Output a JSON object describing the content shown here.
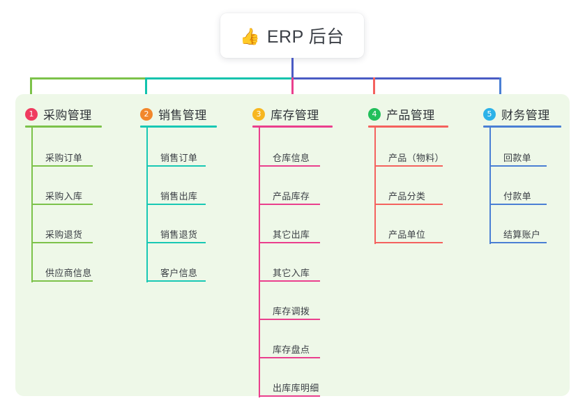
{
  "root": {
    "icon": "thumbs-up-icon",
    "icon_glyph": "👍",
    "title": "ERP 后台"
  },
  "panel": {
    "background_color": "#eef8e8"
  },
  "connector_colors": {
    "trunk": "#4a5bc4",
    "bar_left": "#7cc24a",
    "bar_mid": "#12c3ad",
    "bar_right": "#4a5bc4",
    "drop_1": "#7cc24a",
    "drop_2": "#12c3ad",
    "drop_3": "#ea3f8d",
    "drop_4": "#f4625e",
    "drop_5": "#4a7fd4"
  },
  "columns": [
    {
      "number": "1",
      "title": "采购管理",
      "badge_color": "#ef3b5f",
      "line_color": "#7cc24a",
      "items": [
        "采购订单",
        "采购入库",
        "采购退货",
        "供应商信息"
      ]
    },
    {
      "number": "2",
      "title": "销售管理",
      "badge_color": "#f2872c",
      "line_color": "#18c8b4",
      "items": [
        "销售订单",
        "销售出库",
        "销售退货",
        "客户信息"
      ]
    },
    {
      "number": "3",
      "title": "库存管理",
      "badge_color": "#f7b620",
      "line_color": "#ea3f8d",
      "items": [
        "仓库信息",
        "产品库存",
        "其它出库",
        "其它入库",
        "库存调拨",
        "库存盘点",
        "出库库明细"
      ]
    },
    {
      "number": "4",
      "title": "产品管理",
      "badge_color": "#22bf5b",
      "line_color": "#f4625e",
      "items": [
        "产品（物料）",
        "产品分类",
        "产品单位"
      ]
    },
    {
      "number": "5",
      "title": "财务管理",
      "badge_color": "#2cb2e8",
      "line_color": "#4a7fd4",
      "items": [
        "回款单",
        "付款单",
        "结算账户"
      ]
    }
  ]
}
